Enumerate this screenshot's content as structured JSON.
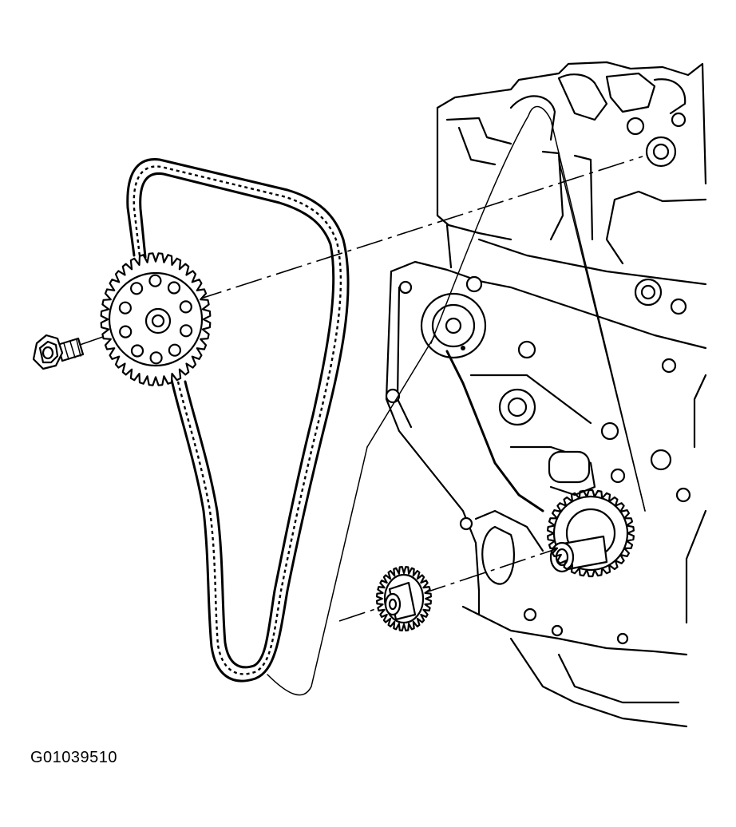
{
  "figure": {
    "id_label": "G01039510"
  },
  "parts": {
    "camshaft_sprocket": {
      "teeth": 36
    },
    "crankshaft_sprocket": {
      "teeth": 28
    },
    "timing_chain": {},
    "sprocket_bolt": {},
    "engine_block": {}
  },
  "colors": {
    "line": "#000000",
    "background": "#ffffff"
  }
}
